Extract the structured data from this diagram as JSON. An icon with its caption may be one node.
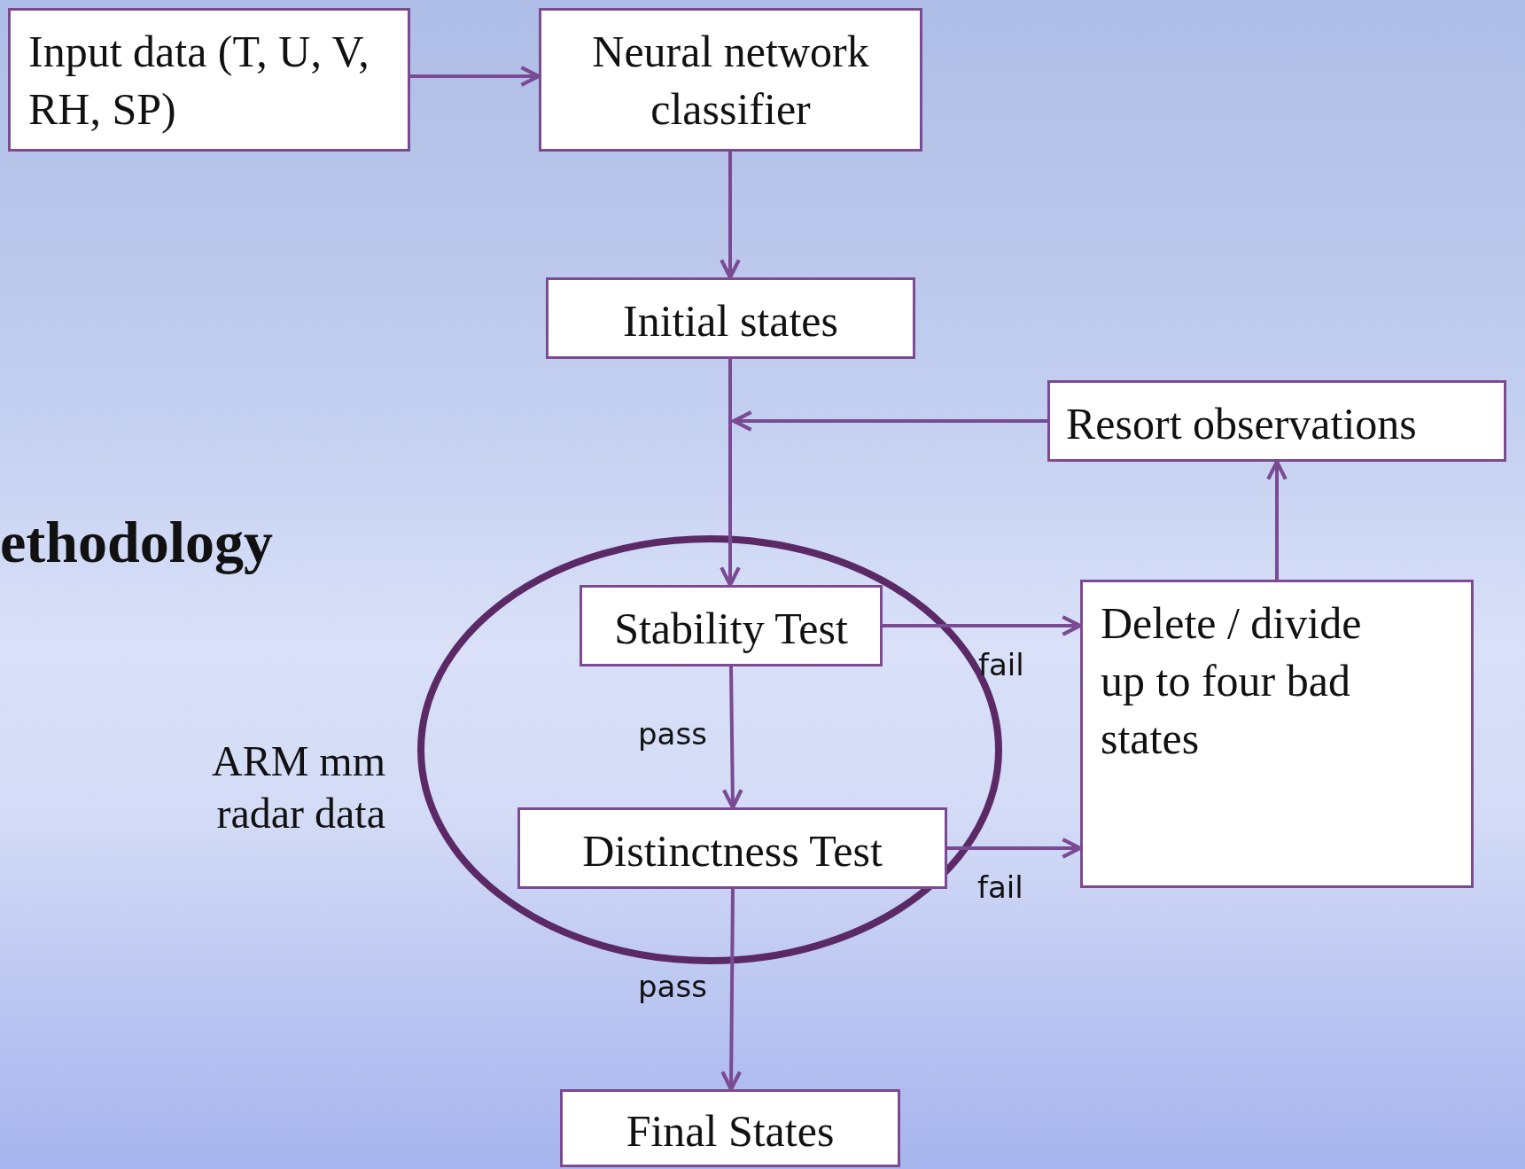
{
  "diagram": {
    "nodes": [
      {
        "text": [
          "Input data (T, U, V, RH, SP)"
        ]
      },
      {
        "text": [
          "Neural network classifier"
        ]
      },
      {
        "text": [
          "Initial states"
        ]
      },
      {
        "text": [
          "Resort observations"
        ]
      },
      {
        "text": [
          "Stability Test"
        ]
      },
      {
        "text": [
          "Distinctness Test"
        ]
      },
      {
        "text": [
          "Delete / divide up to four bad states"
        ]
      },
      {
        "text": [
          "Final States"
        ]
      }
    ],
    "edges": [
      {
        "from": 0,
        "to": 1,
        "arrow": "to"
      },
      {
        "from": 1,
        "to": 2,
        "arrow": "to"
      },
      {
        "from": 2,
        "to": 4,
        "arrow": "to"
      },
      {
        "from": 3,
        "to": null,
        "arrow": "to"
      },
      {
        "from": 4,
        "to": 6,
        "arrow": "to",
        "label": "fail"
      },
      {
        "from": 4,
        "to": 5,
        "arrow": "to",
        "label": "pass"
      },
      {
        "from": 5,
        "to": 6,
        "arrow": "to",
        "label": "fail"
      },
      {
        "from": 5,
        "to": 7,
        "arrow": "to",
        "label": "pass"
      },
      {
        "from": 6,
        "to": 3,
        "arrow": "to"
      }
    ],
    "labels": [
      "ethodology",
      "ARM mm radar data"
    ]
  }
}
